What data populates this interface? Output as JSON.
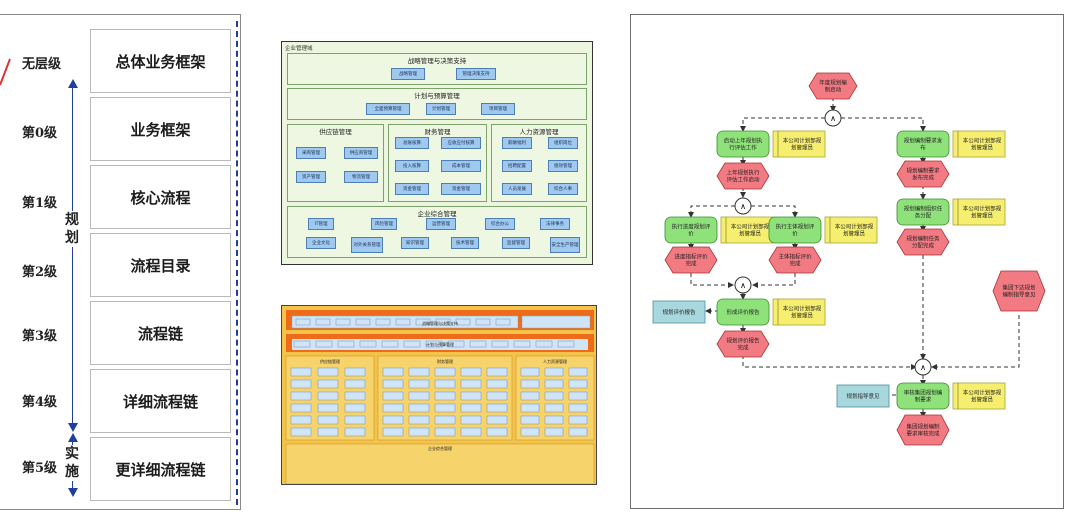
{
  "left": {
    "levels": [
      {
        "label": "无层级",
        "box": "总体业务框架"
      },
      {
        "label": "第0级",
        "box": "业务框架"
      },
      {
        "label": "第1级",
        "box": "核心流程"
      },
      {
        "label": "第2级",
        "box": "流程目录"
      },
      {
        "label": "第3级",
        "box": "流程链"
      },
      {
        "label": "第4级",
        "box": "详细流程链"
      },
      {
        "label": "第5级",
        "box": "更详细流程链"
      }
    ],
    "plan_label": "规划",
    "implement_label": "实施"
  },
  "middle_top": {
    "domain_title": "企业管理域",
    "strategy": {
      "title": "战略管理与决策支持",
      "items": [
        "战略管理",
        "管理决策支持"
      ]
    },
    "plan": {
      "title": "计划与预算管理",
      "items": [
        "全面预算管理",
        "计划管理",
        "项目管理"
      ]
    },
    "supply": {
      "title": "供应链管理",
      "items": [
        "采购管理",
        "供应商管理",
        "资产管理",
        "物流管理"
      ]
    },
    "finance": {
      "title": "财务管理",
      "items": [
        "总账核算",
        "应收应付核算",
        "投入核算",
        "成本管理",
        "资金管理",
        "资金管理"
      ]
    },
    "hr": {
      "title": "人力资源管理",
      "items": [
        "薪酬福利",
        "组织岗位",
        "招聘配置",
        "绩效管理",
        "人员发展",
        "综合人事"
      ]
    },
    "general": {
      "title": "企业综合管理",
      "items": [
        "IT管理",
        "风险管理",
        "运营管理",
        "综合办公",
        "法律事务",
        "企业文化",
        "对外关系管理",
        "知识管理",
        "技术管理",
        "监督管理",
        "安全生产管理"
      ]
    }
  },
  "middle_bottom": {
    "top_title": "战略管理与决策支持",
    "plan_title": "计划与预算管理",
    "supply_title": "供应链管理",
    "finance_title": "财务管理",
    "hr_title": "人力资源管理",
    "general_title": "企业综合管理"
  },
  "right": {
    "nodes": {
      "start": "年度规划编制启动",
      "e1": "启动上年规划执行评估工作",
      "r1": "本公司计划部规划管理员",
      "e2": "上年规划执行评估工作启动",
      "e3": "执行进度规划评价",
      "r3": "本公司计划部规划管理员",
      "e4": "执行主体规划评价",
      "r4": "本公司计划部规划管理员",
      "ev3": "进度指标评价完成",
      "ev4": "主体指标评价完成",
      "e5": "形成评价报告",
      "r5": "本公司计划部规划管理员",
      "out5": "规划评价报告",
      "ev5": "规划评价报告完成",
      "e6": "规划编制要求发布",
      "r6": "本公司计划部规划管理员",
      "ev6": "规划编制要求发布完成",
      "e7": "规划编制组织任务分配",
      "r7": "本公司计划部规划管理员",
      "ev7": "规划编制任务分配完成",
      "ext": "集团下达规划编制指导意见",
      "out8": "规划指导意见",
      "e8": "审核集团规划编制要求",
      "r8": "本公司计划部规划管理员",
      "ev8": "集团规划编制要求审核完成"
    },
    "connector": "∧",
    "colors": {
      "event": "#f27a82",
      "function": "#8fe27a",
      "role": "#f6ee6e",
      "info": "#a7d8de"
    }
  }
}
